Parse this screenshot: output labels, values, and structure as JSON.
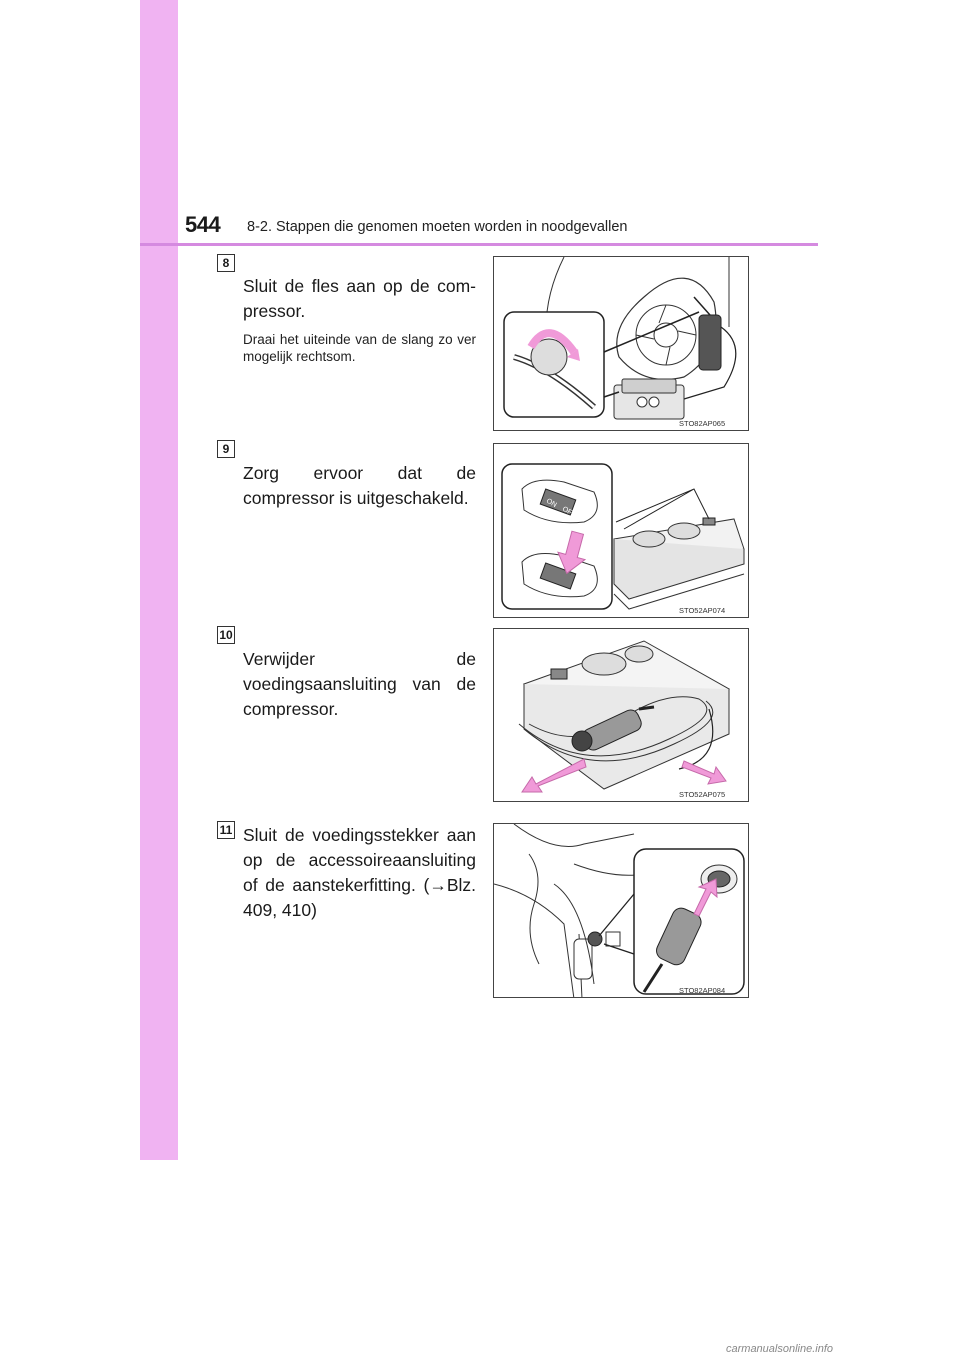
{
  "header": {
    "page_number": "544",
    "section_title": "8-2. Stappen die genomen moeten worden in noodgevallen"
  },
  "steps": [
    {
      "number": "8",
      "text": "Sluit de fles aan op de com-pressor.",
      "note": "Draai het uiteinde van de slang zo ver mogelijk rechtsom.",
      "figure_code": "STO82AP065",
      "figure_icon": "bottle-to-compressor-illustration"
    },
    {
      "number": "9",
      "text": "Zorg ervoor dat de compressor is uitgeschakeld.",
      "figure_code": "STO52AP074",
      "figure_icon": "compressor-switch-off-illustration",
      "switch_on_label": "ON",
      "switch_off_label": "OFF"
    },
    {
      "number": "10",
      "text": "Verwijder de voedingsaansluiting van de compressor.",
      "figure_code": "STO52AP075",
      "figure_icon": "unplug-power-cable-illustration"
    },
    {
      "number": "11",
      "text": "Sluit de voedingsstekker aan op de accessoireaansluiting of de aanstekerfitting. (→Blz. 409, 410)",
      "figure_code": "STO82AP084",
      "figure_icon": "power-outlet-plug-illustration"
    }
  ],
  "watermark": "carmanualsonline.info",
  "colors": {
    "side_band": "#f0b3f2",
    "header_rule": "#d58ae0",
    "arrow_pink": "#f09ad8"
  }
}
